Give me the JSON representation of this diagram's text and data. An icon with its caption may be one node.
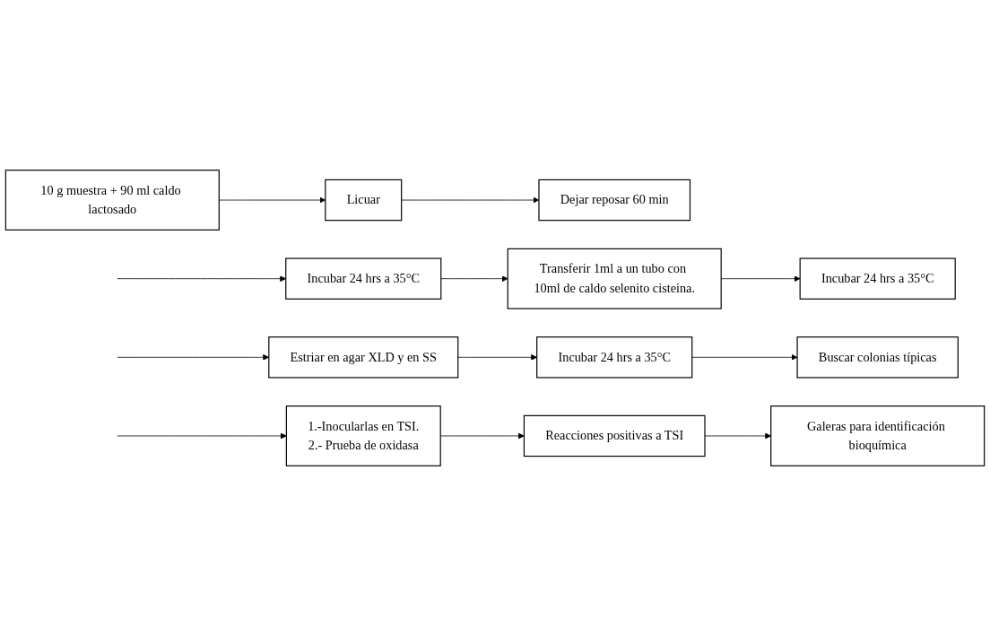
{
  "diagram": {
    "nodes": [
      {
        "text": [
          "10 g muestra + 90 ml caldo lactosado"
        ]
      },
      {
        "text": [
          "Licuar"
        ]
      },
      {
        "text": [
          "Dejar reposar 60 min"
        ]
      },
      {
        "text": [
          "Incubar 24 hrs a 35°C"
        ]
      },
      {
        "text": [
          "Transferir 1ml a un tubo con 10ml de caldo selenito cisteina."
        ]
      },
      {
        "text": [
          "Incubar 24 hrs a 35°C"
        ]
      },
      {
        "text": [
          "Estriar en agar XLD y en SS"
        ]
      },
      {
        "text": [
          "Incubar 24 hrs a 35°C"
        ]
      },
      {
        "text": [
          "Buscar colonias típicas"
        ]
      },
      {
        "text": [
          "1.-Inocularlas en TSI.",
          "2.- Prueba de oxidasa"
        ]
      },
      {
        "text": [
          "Reacciones positivas a TSI"
        ]
      },
      {
        "text": [
          "Galeras para identificación bioquímica"
        ]
      }
    ],
    "edges": [
      {
        "from": 0,
        "to": 1,
        "arrow": "to"
      },
      {
        "from": 1,
        "to": 2,
        "arrow": "to"
      },
      {
        "from": null,
        "to": 3,
        "arrow": "to"
      },
      {
        "from": 3,
        "to": 4,
        "arrow": "to"
      },
      {
        "from": 4,
        "to": 5,
        "arrow": "to"
      },
      {
        "from": null,
        "to": 6,
        "arrow": "to"
      },
      {
        "from": 6,
        "to": 7,
        "arrow": "to"
      },
      {
        "from": 7,
        "to": 8,
        "arrow": "to"
      },
      {
        "from": null,
        "to": 9,
        "arrow": "to"
      },
      {
        "from": 9,
        "to": 10,
        "arrow": "to"
      },
      {
        "from": 10,
        "to": 11,
        "arrow": "to"
      }
    ]
  }
}
